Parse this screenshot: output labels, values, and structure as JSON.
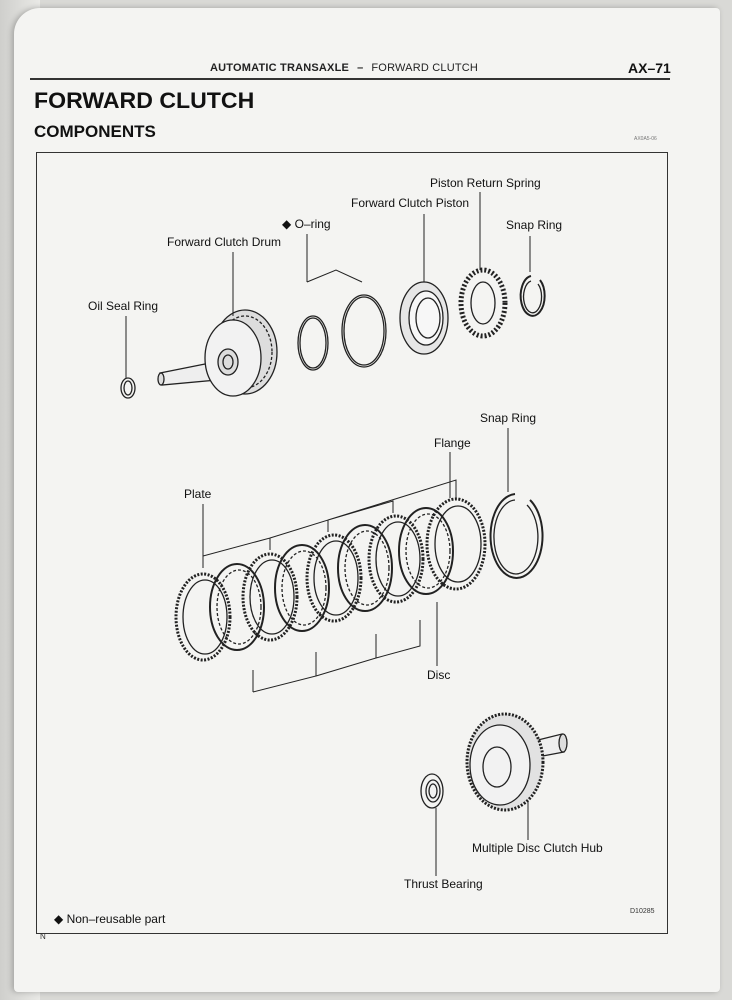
{
  "header": {
    "section": "AUTOMATIC TRANSAXLE",
    "separator": "–",
    "subsection": "FORWARD CLUTCH",
    "page_number": "AX–71"
  },
  "title": "FORWARD CLUTCH",
  "subtitle": "COMPONENTS",
  "figure_ref": "AX0A5-06",
  "labels": {
    "oil_seal_ring": "Oil Seal Ring",
    "forward_clutch_drum": "Forward Clutch Drum",
    "o_ring": "◆ O–ring",
    "forward_clutch_piston": "Forward Clutch Piston",
    "piston_return_spring": "Piston Return Spring",
    "snap_ring_top": "Snap Ring",
    "snap_ring_mid": "Snap Ring",
    "flange": "Flange",
    "plate": "Plate",
    "disc": "Disc",
    "thrust_bearing": "Thrust Bearing",
    "multiple_disc_clutch_hub": "Multiple Disc Clutch Hub"
  },
  "footnote": "◆ Non–reusable part",
  "figure_id": "D10285",
  "corner_mark": "N"
}
